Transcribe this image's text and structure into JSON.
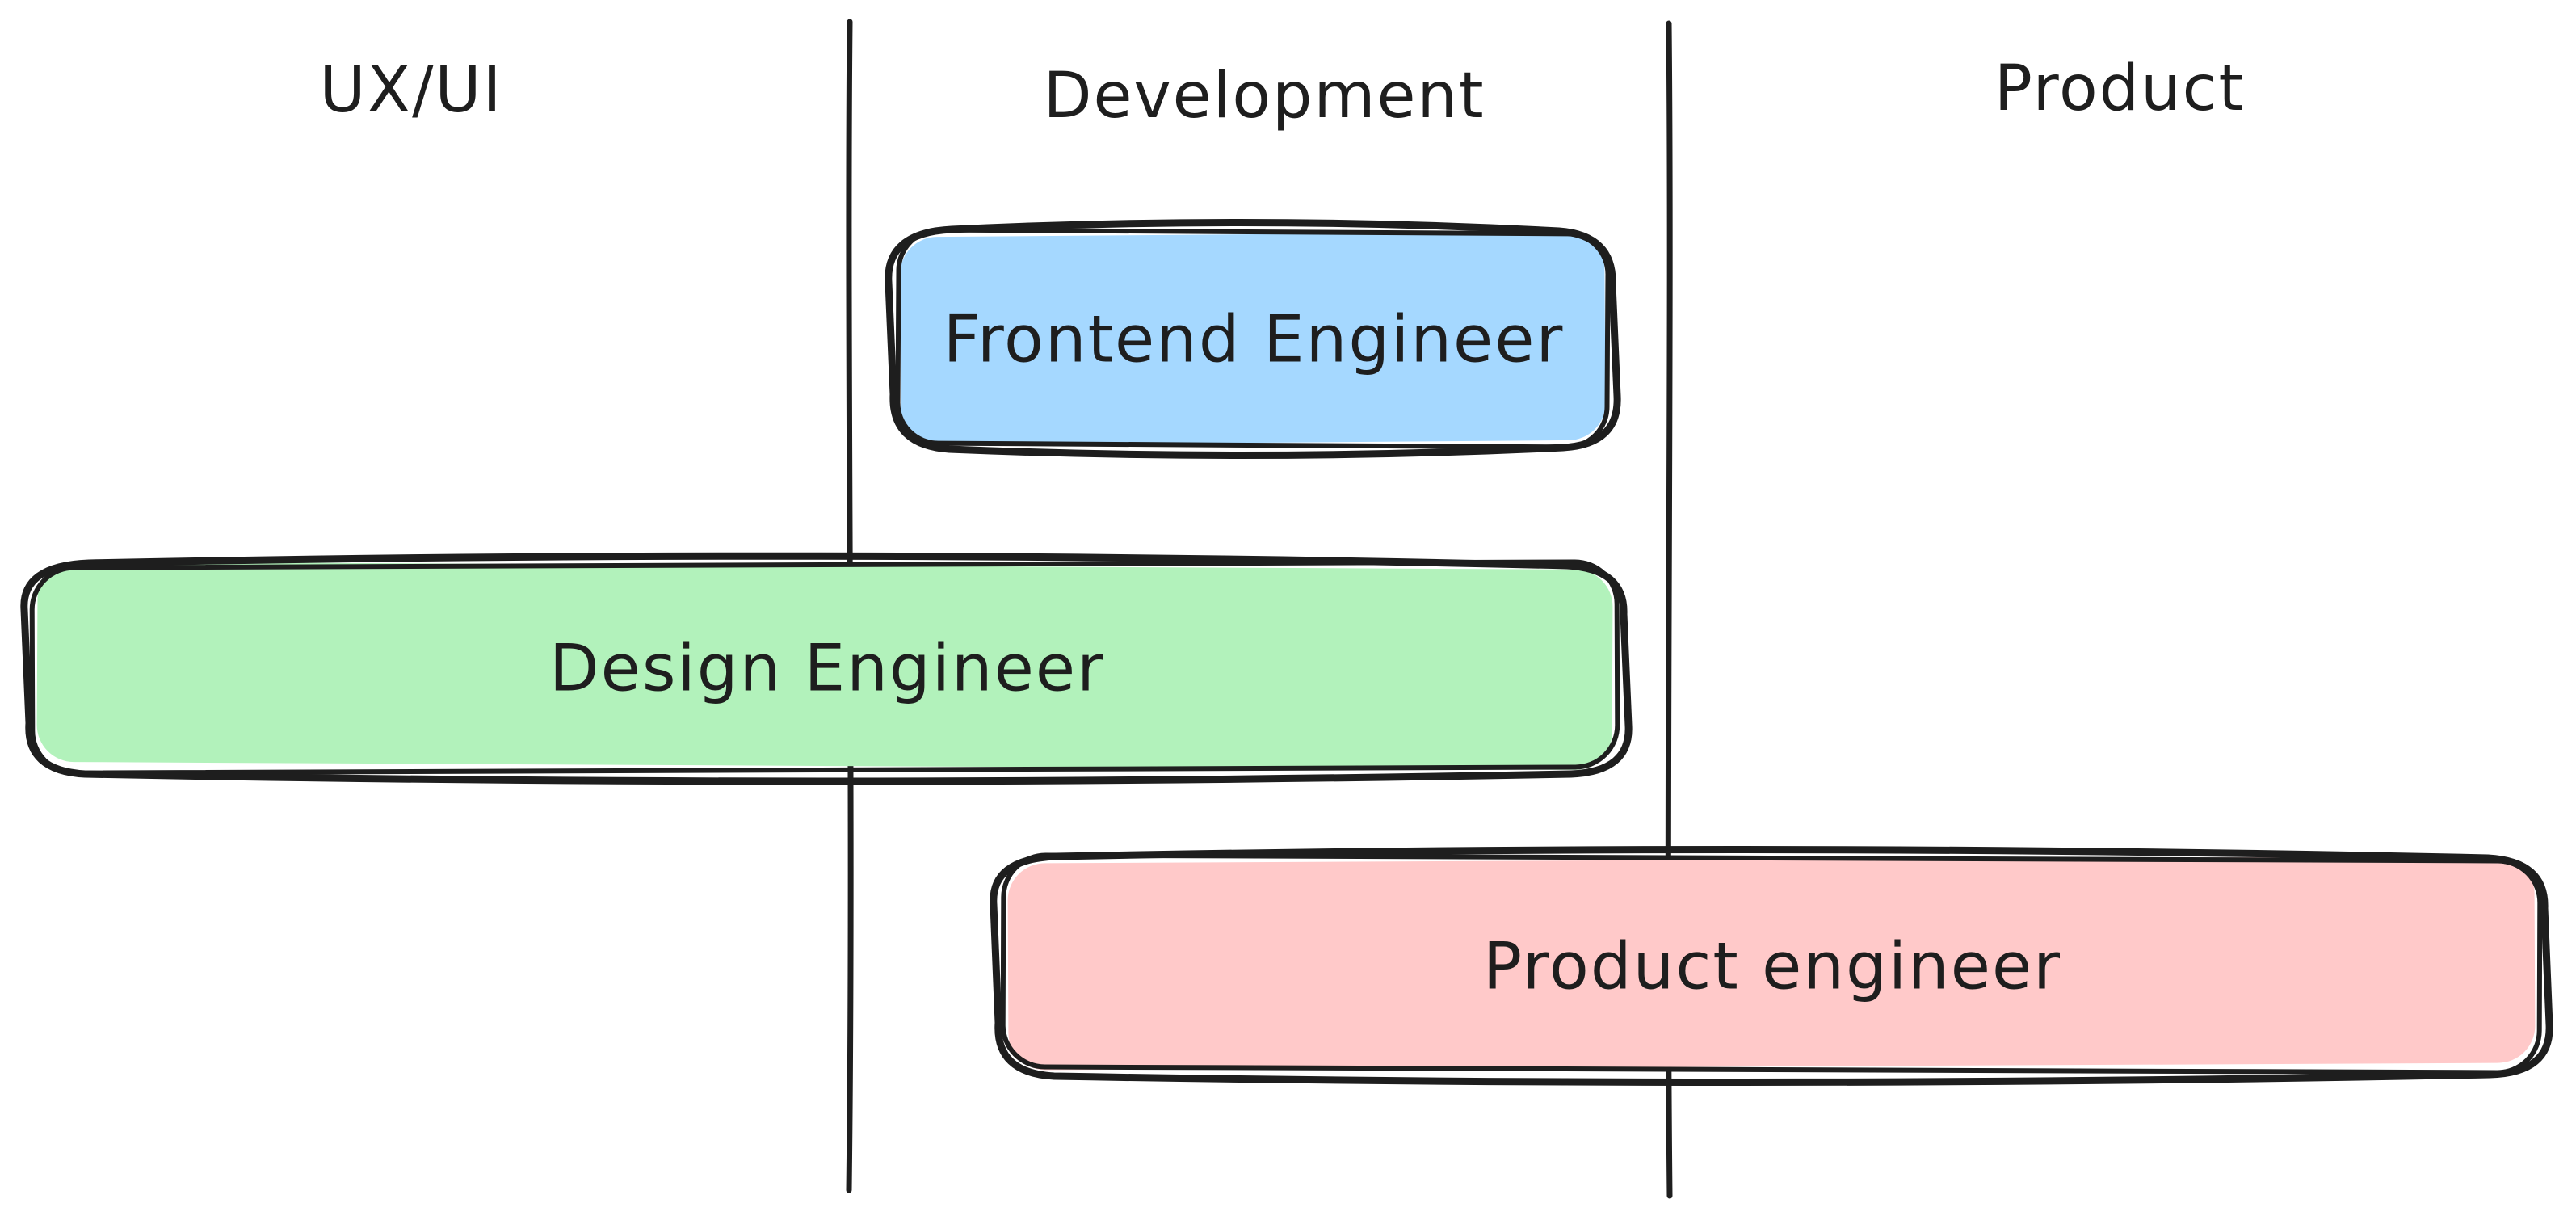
{
  "diagram": {
    "background": "#ffffff",
    "stroke_color": "#1e1e1e",
    "columns": [
      {
        "label": "UX/UI"
      },
      {
        "label": "Development"
      },
      {
        "label": "Product"
      }
    ],
    "boxes": [
      {
        "label": "Frontend Engineer",
        "fill": "#a5d8ff"
      },
      {
        "label": "Design Engineer",
        "fill": "#b2f2bb"
      },
      {
        "label": "Product engineer",
        "fill": "#ffc9c9"
      }
    ]
  }
}
